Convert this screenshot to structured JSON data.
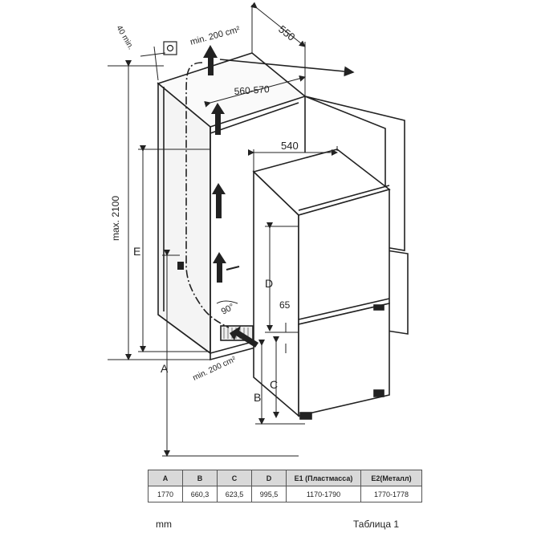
{
  "labels": {
    "d550": "550",
    "d40": "40 min.",
    "dmin200top": "min. 200 cm²",
    "d560": "560-570",
    "d540": "540",
    "dmax2100": "max. 2100",
    "dE": "E",
    "dD": "D",
    "d65": "65",
    "d90": "90°",
    "dmin200bot": "min. 200 cm²",
    "dA": "A",
    "dC": "C",
    "dB": "B"
  },
  "table": {
    "headers": [
      "A",
      "B",
      "C",
      "D",
      "E1 (Пластмасса)",
      "E2(Металл)"
    ],
    "row": [
      "1770",
      "660,3",
      "623,5",
      "995,5",
      "1170-1790",
      "1770-1778"
    ]
  },
  "footer": {
    "unit": "mm",
    "caption": "Таблица 1"
  }
}
